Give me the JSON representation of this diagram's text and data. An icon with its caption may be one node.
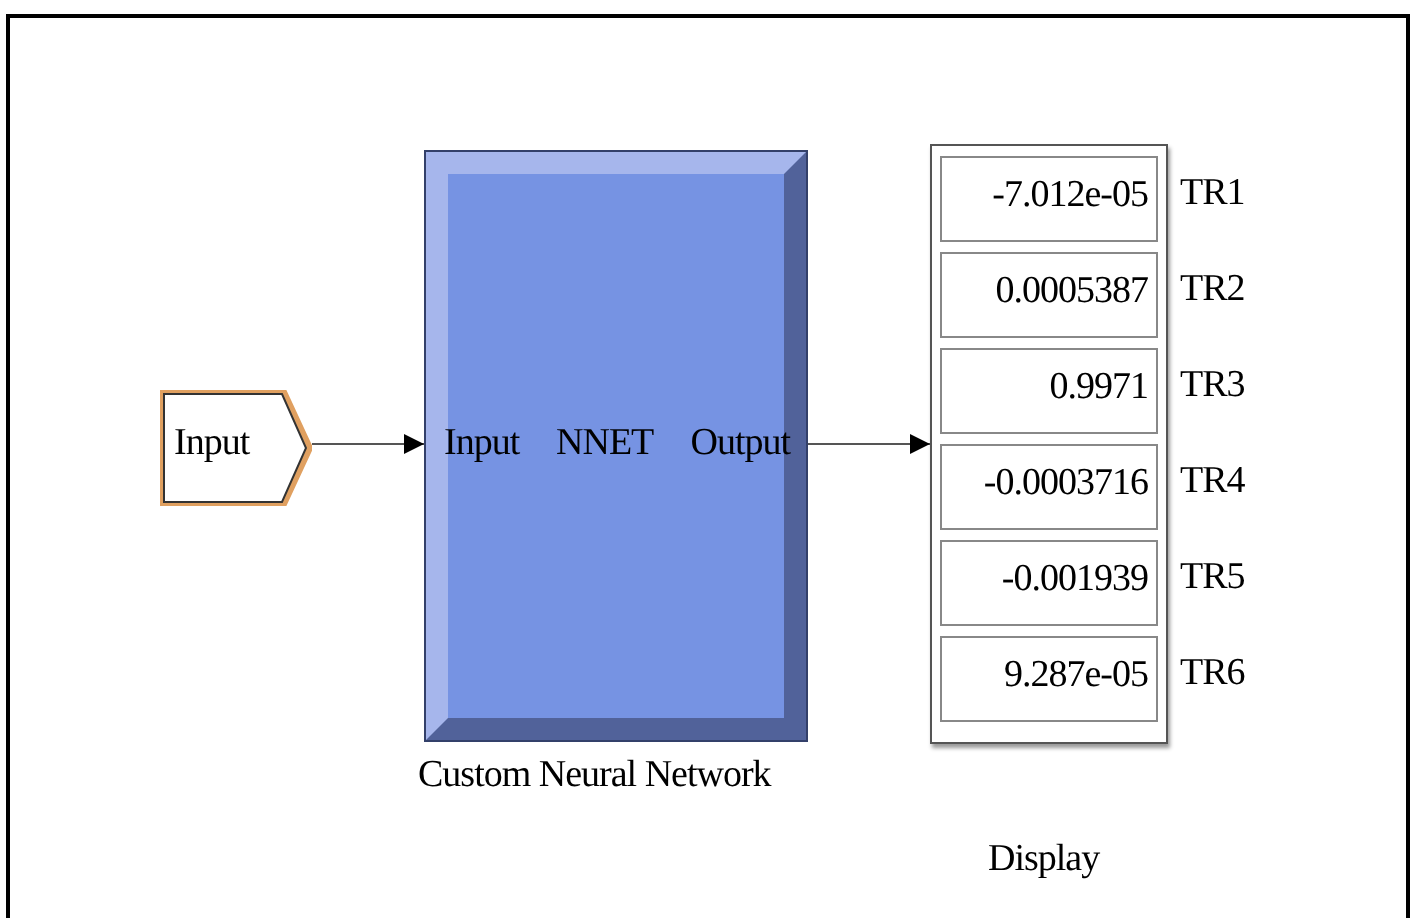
{
  "diagram": {
    "nodes": [
      {
        "text": [
          "Input"
        ]
      },
      {
        "text": [
          "Input",
          "NNET",
          "Output"
        ],
        "beside": [
          "Custom Neural Network"
        ]
      },
      {
        "text": [],
        "shape": "box",
        "beside": [
          "Display"
        ]
      },
      {
        "text": [
          "-7.012e-05"
        ],
        "in": 2,
        "beside": [
          "TR1"
        ]
      },
      {
        "text": [
          "0.0005387"
        ],
        "in": 2,
        "beside": [
          "TR2"
        ]
      },
      {
        "text": [
          "0.9971"
        ],
        "in": 2,
        "beside": [
          "TR3"
        ]
      },
      {
        "text": [
          "-0.0003716"
        ],
        "in": 2,
        "beside": [
          "TR4"
        ]
      },
      {
        "text": [
          "-0.001939"
        ],
        "in": 2,
        "beside": [
          "TR5"
        ]
      },
      {
        "text": [
          "9.287e-05"
        ],
        "in": 2,
        "beside": [
          "TR6"
        ]
      }
    ],
    "edges": [
      {
        "from": 0,
        "to": 1,
        "arrow": "to"
      },
      {
        "from": 1,
        "to": 2,
        "arrow": "to"
      }
    ]
  }
}
